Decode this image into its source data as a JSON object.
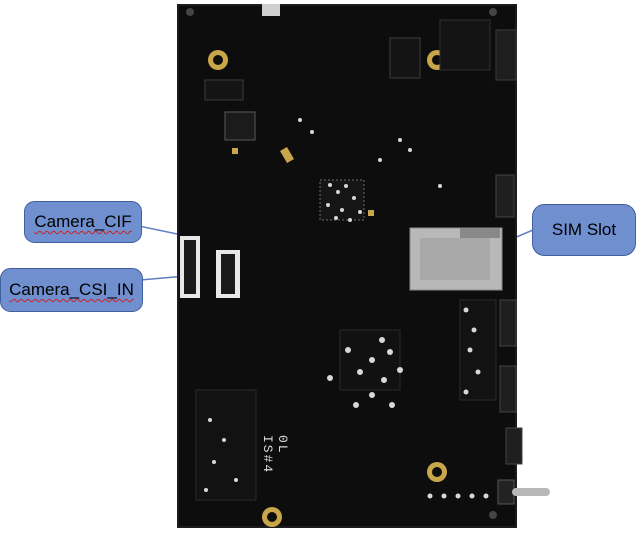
{
  "image": {
    "subject": "pcb-board",
    "colors": {
      "board": "#0d0d0d",
      "board_edge": "#1c1c1c",
      "silkscreen": "#d8d8d8",
      "pad_gold": "#c9a64a",
      "callout_fill": "#6f8fcf",
      "callout_stroke": "#3f5f9f",
      "connector_white": "#e8e8e8",
      "metal": "#b8b8b8"
    },
    "callouts": {
      "camera_cif": {
        "text": "Camera_CIF"
      },
      "camera_csi_in": {
        "text": "Camera_CSI_IN"
      },
      "sim_slot": {
        "text": "SIM Slot"
      }
    },
    "silkscreen_text": {
      "rotated_label": "0L IS#4"
    }
  }
}
